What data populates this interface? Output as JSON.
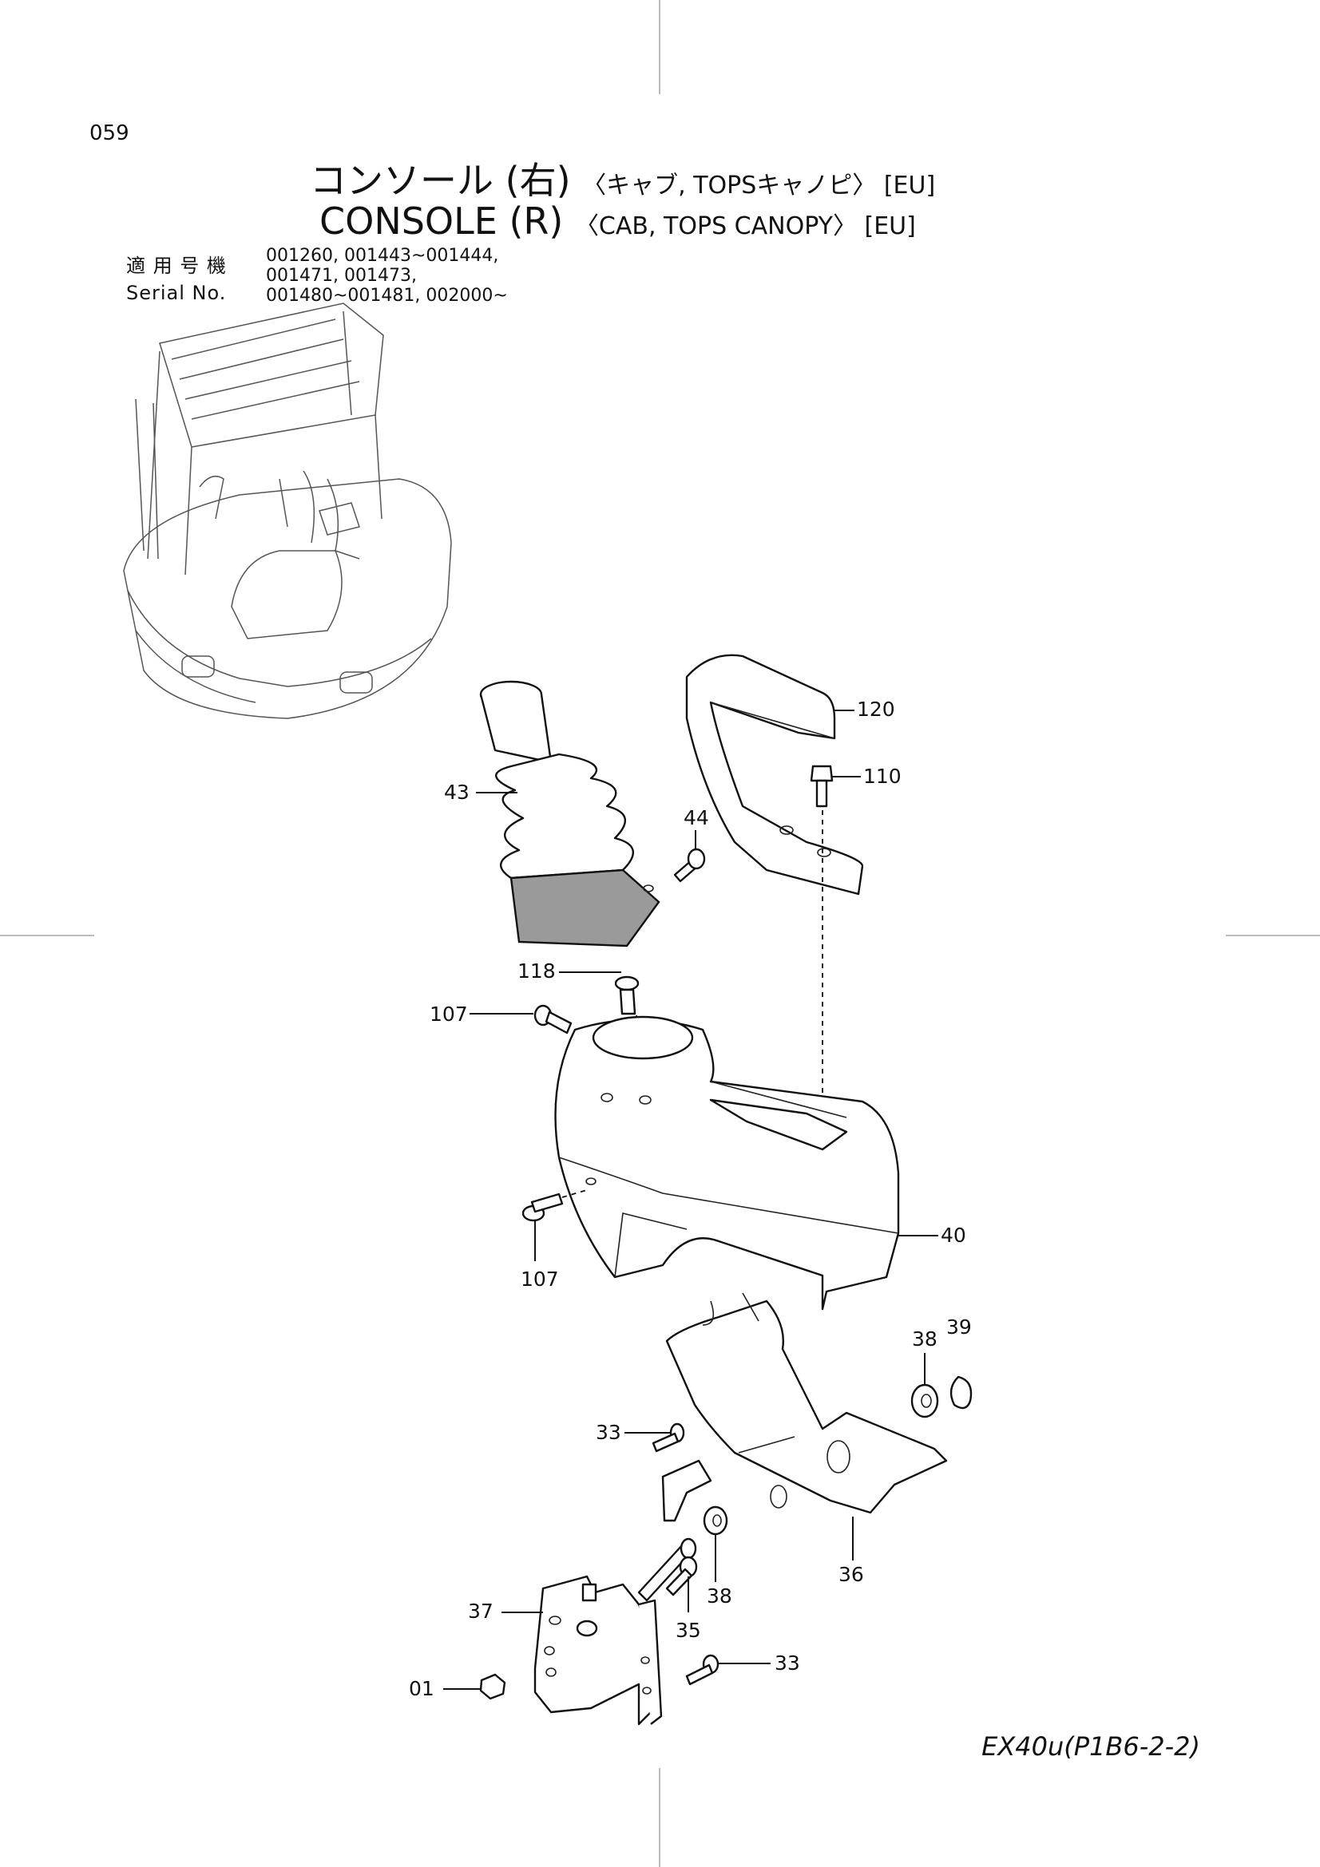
{
  "header": {
    "page_number": "059",
    "title_jp": "コンソール (右)",
    "title_jp_sub": "〈キャブ, TOPSキャノピ〉 [EU]",
    "title_en": "CONSOLE (R)",
    "title_en_sub": "〈CAB, TOPS CANOPY〉 [EU]",
    "serial_label_jp": "適 用 号 機",
    "serial_label_en": "Serial No.",
    "serial_numbers": [
      "001260, 001443~001444,",
      "001471, 001473,",
      "001480~001481, 002000~"
    ]
  },
  "callouts": {
    "c120": "120",
    "c110": "110",
    "c43": "43",
    "c44": "44",
    "c118": "118",
    "c107a": "107",
    "c107b": "107",
    "c40": "40",
    "c38a": "38",
    "c39": "39",
    "c33a": "33",
    "c36": "36",
    "c38b": "38",
    "c35": "35",
    "c37": "37",
    "c01": "01",
    "c33b": "33"
  },
  "footer": {
    "model_code": "EX40u(P1B6-2-2)"
  },
  "icons": {
    "excavator": "excavator-overview-illustration",
    "boot": "rubber-boot-part",
    "handle": "armrest-handle-part",
    "console": "console-cover-part",
    "bracket": "console-bracket-part",
    "plate": "mounting-plate-part"
  }
}
